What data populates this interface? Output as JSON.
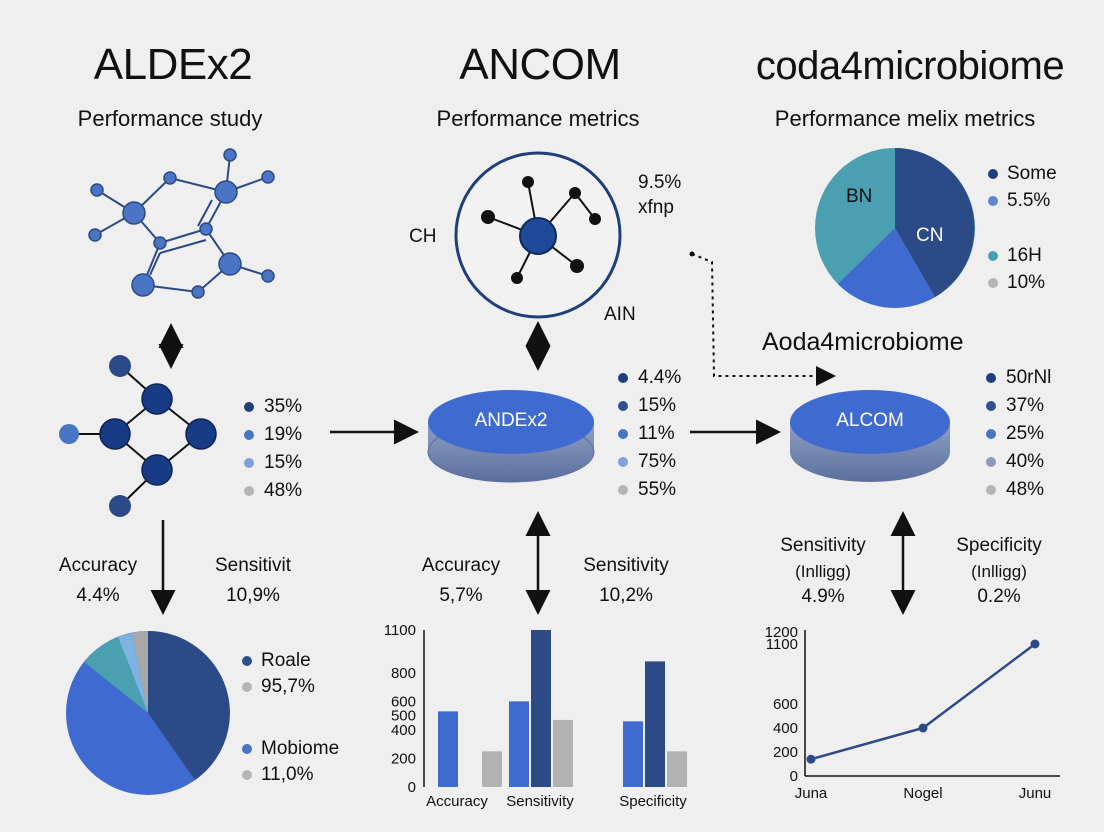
{
  "columns": [
    {
      "title": "ALDEx2",
      "subtitle": "Performance study"
    },
    {
      "title": "ANCOM",
      "subtitle": "Performance metrics"
    },
    {
      "title": "coda4microbiome",
      "subtitle": "Performance melix metrics"
    }
  ],
  "ancom_graph": {
    "label_left": "CH",
    "label_right_1": "9.5%",
    "label_right_2": "xfnp",
    "label_bottom": "AIN"
  },
  "top_pie": {
    "slices": [
      {
        "label": "BN"
      },
      {
        "label": "CN"
      }
    ],
    "legend": [
      {
        "label": "Some",
        "color": "#1f3f7a"
      },
      {
        "label": "5.5%",
        "color": "#5f86d0"
      },
      {
        "label": "16H",
        "color": "#4a9fb0"
      },
      {
        "label": "10%",
        "color": "#b5b5b5"
      }
    ]
  },
  "mid_heading": "Aoda4microbiome",
  "legend_left": [
    {
      "label": "35%",
      "color": "#1f3f7a"
    },
    {
      "label": "19%",
      "color": "#4a74c4"
    },
    {
      "label": "15%",
      "color": "#7fa0d8"
    },
    {
      "label": "48%",
      "color": "#b5b5b5"
    }
  ],
  "disc_center": {
    "label": "ANDEx2"
  },
  "legend_center": [
    {
      "label": "4.4%",
      "color": "#1f3f7a"
    },
    {
      "label": "15%",
      "color": "#2f4f8a"
    },
    {
      "label": "11%",
      "color": "#4a74c4"
    },
    {
      "label": "75%",
      "color": "#7fa0d8"
    },
    {
      "label": "55%",
      "color": "#b5b5b5"
    }
  ],
  "disc_right": {
    "label": "ALCOM"
  },
  "legend_right": [
    {
      "label": "50rNl",
      "color": "#1f3f7a"
    },
    {
      "label": "37%",
      "color": "#2f4f8a"
    },
    {
      "label": "25%",
      "color": "#4a74c4"
    },
    {
      "label": "40%",
      "color": "#8e9ab8"
    },
    {
      "label": "48%",
      "color": "#b5b5b5"
    }
  ],
  "metrics": {
    "left": [
      {
        "name": "Accuracy",
        "value": "4.4%"
      },
      {
        "name": "Sensitivit",
        "value": "10,9%"
      }
    ],
    "center": [
      {
        "name": "Accuracy",
        "value": "5,7%"
      },
      {
        "name": "Sensitivity",
        "value": "10,2%"
      }
    ],
    "right": [
      {
        "name": "Sensitivity",
        "note": "(Inlligg)",
        "value": "4.9%"
      },
      {
        "name": "Specificity",
        "note": "(Inlligg)",
        "value": "0.2%"
      }
    ]
  },
  "bottom_pie": {
    "legend": [
      {
        "label": "Roale",
        "color": "#2f4f8a"
      },
      {
        "label": "95,7%",
        "color": "#b5b5b5"
      },
      {
        "label": "Mobiome",
        "color": "#4a74c4"
      },
      {
        "label": "11,0%",
        "color": "#b5b5b5"
      }
    ]
  },
  "chart_data": [
    {
      "type": "bar",
      "categories": [
        "Accuracy",
        "Sensitivity",
        "Specificity"
      ],
      "ytick_labels": [
        "0",
        "200",
        "400",
        "500",
        "600",
        "800",
        "1100"
      ],
      "ylim": [
        0,
        1100
      ],
      "series": [
        {
          "values": [
            530,
            600,
            460
          ],
          "color": "#3f6ad0"
        },
        {
          "values": [
            null,
            1100,
            880
          ],
          "color": "#2c4a85"
        },
        {
          "values": [
            250,
            470,
            250
          ],
          "color": "#b2b2b2"
        }
      ],
      "grid": false
    },
    {
      "type": "line",
      "x": [
        "Juna",
        "Nogel",
        "Junu"
      ],
      "y": [
        140,
        400,
        1100
      ],
      "ytick_labels": [
        "0",
        "200",
        "400",
        "600",
        "1100",
        "1200"
      ],
      "ylim": [
        0,
        1200
      ],
      "color": "#2c4a85",
      "grid": false
    }
  ]
}
